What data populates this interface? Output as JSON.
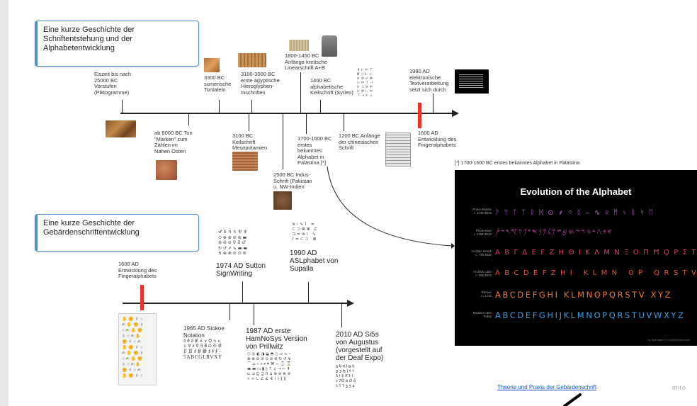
{
  "card1": {
    "text": "Eine kurze Geschichte der\nSchriftentstehung und der\nAlphabetentwicklung"
  },
  "card2": {
    "text": "Eine kurze Geschichte der\nGebärdenschriftentwicklung"
  },
  "t1": {
    "ev_eiszeit": "Eiszeit bis nach\n25000 BC\nVorstufen\n(Piktogramme)",
    "ev_8000": "ab 8000 BC Ton\n\"Marken\" zum\nZählen im\nNahen Osten",
    "ev_3300": "3300 BC\nsumerische\nTontafeln",
    "ev_3100k": "3100 BC\nKeilschrift\nMesopotamien",
    "ev_3100h": "3100-3000 BC\nerste ägyptische\nHieroglyphen-\nInschriften",
    "ev_2500": "2500 BC Indus-\nSchrift (Pakistan\nu. NW-Indien",
    "ev_1800": "1800-1450 BC\nAnfänge kretische\nLinearschrift A+B",
    "ev_1700": "1700-1600 BC\nerstes\nbekanntes\nAlphabet in\nPalästina [*]",
    "ev_1400": "1400 BC\nalphabetische\nKeilschrift (Syrien)",
    "ev_1200": "1200 BC Anfänge\nder chinesischen\nSchrift",
    "ev_1980": "1980 AD\nelektronische\nTextverarbeitung\nsetzt sich durch",
    "ev_1600ad": "1600 AD\nEntwicklung des\nFingeralphabets"
  },
  "footnote": "[*] 1700-1600 BC erstes bekanntes Alphabet in Palästina",
  "t2": {
    "ev_1600": "1600 AD\nEntwicklung des\nFingeralphabets",
    "ev_1974": "1974 AD Sutton\nSignWriting",
    "ev_1990": "1990 AD\nASLphabet von\nSupalla",
    "ev_1965": "1965 AD Stokoe\nNotation",
    "ev_1987": "1987 AD erste\nHamNoSys Version\nvon Prillwitz",
    "ev_2010": "2010 AD Si5s\nvon Augustus\n(vorgestellt auf\nder Deaf Expo)"
  },
  "stokoe_letters": "5ABCGLRVXY",
  "alphabet": {
    "title": "Evolution of the Alphabet",
    "credit": "by Matt Baker | UsefulCharts.com",
    "rows": [
      {
        "label": "Proto-Sinaitic\nc. 1750 BCE",
        "text": "ᚹ ᛘ ᛏ ᛉ ᚱ ᛞ ⊙ ⸙ ᛜ ᛝ ⌒ ∿ ᛟ ᛗ ᛃ ᛒ ᛋ ᛖ",
        "color": "#c06ad8",
        "large": false
      },
      {
        "label": "Phoenician\nc. 1050 BCE",
        "text": "𐤀𐤁𐤂𐤃𐤄𐤅𐤆𐤇𐤈𐤉𐤊𐤋𐤌𐤍𐤎𐤏𐤐𐤑𐤒𐤓𐤔𐤕",
        "color": "#c04aa0",
        "large": false
      },
      {
        "label": "Archaic Greek\nc. 750 BCE",
        "text": "Α Β Γ Δ Ε Ϝ Ζ Η Θ Ι Κ Λ Μ Ν Ξ Ο Π Ϻ Ϙ Ρ Σ Τ Υ Φ Χ Ψ",
        "color": "#e03a7a",
        "large": false
      },
      {
        "label": "Archaic Latin\nc. 500 BCE",
        "text": "A B C D E F Z H I   K L M N   O P   Q R S T V       X",
        "color": "#e8553a",
        "large": false
      },
      {
        "label": "Roman\nc. 1 CE",
        "text": "ABCDEFGHI KLMNOPQRSTV XYZ",
        "color": "#f07a2a",
        "large": true
      },
      {
        "label": "Modern Latin\nToday",
        "text": "ABCDEFGHIJKLMNOPQRSTUVWXYZ",
        "color": "#3aa0e8",
        "large": true
      }
    ]
  },
  "footer": {
    "link": "Theorie und Praxis der Gebärdenschrift",
    "brand": "miro"
  }
}
